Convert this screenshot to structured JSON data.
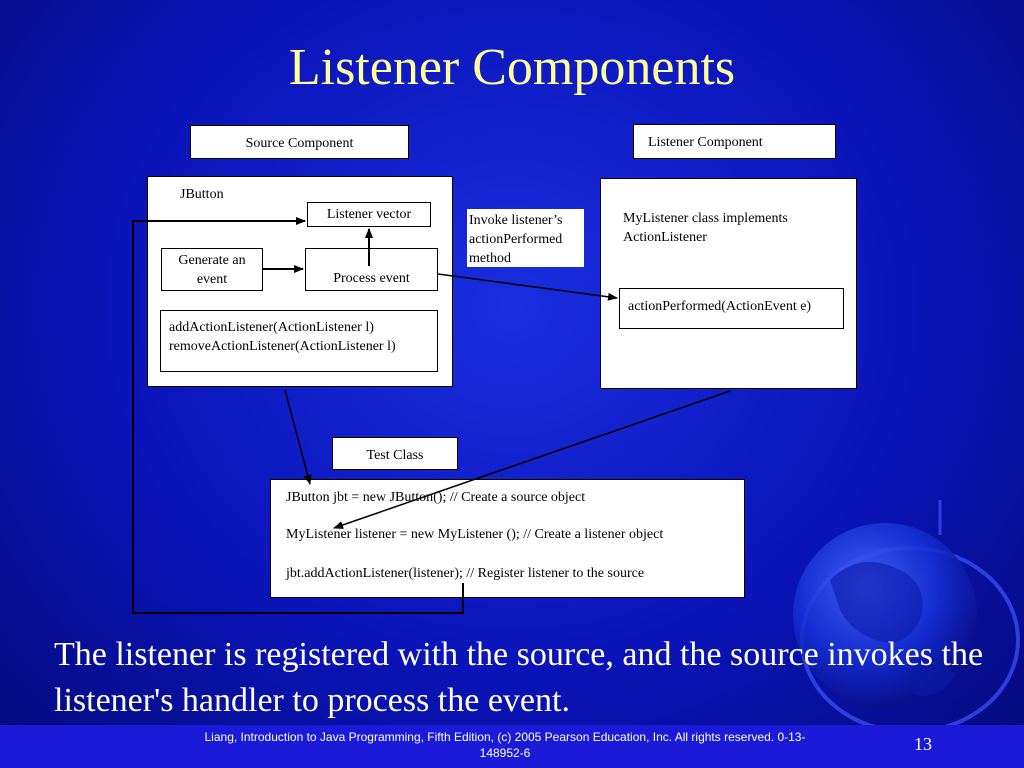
{
  "slide": {
    "title": "Listener Components",
    "caption": "The listener is registered with the source, and the source invokes the listener's handler to process the event.",
    "footer": "Liang, Introduction to Java Programming, Fifth Edition, (c) 2005 Pearson Education, Inc. All rights reserved. 0-13-148952-6",
    "page_number": "13"
  },
  "diagram": {
    "source_component_label": "Source Component",
    "listener_component_label": "Listener Component",
    "jbutton_label": "JButton",
    "listener_vector": "Listener vector",
    "generate_event": "Generate an event",
    "process_event": "Process event",
    "add_listener": "addActionListener(ActionListener l)",
    "remove_listener": "removeActionListener(ActionListener l)",
    "invoke_note": "Invoke listener’s actionPerformed method",
    "mylistener_desc": "MyListener class implements ActionListener",
    "action_performed": "actionPerformed(ActionEvent  e)",
    "test_class_label": "Test Class",
    "code_line1": "JButton jbt = new JButton(); // Create a source object",
    "code_line2": "MyListener listener = new MyListener (); // Create a listener object",
    "code_line3": "jbt.addActionListener(listener);  // Register listener to the source"
  },
  "colors": {
    "title": "#ffff99",
    "background": "#0a14b8",
    "footer_band": "#1a1ad8"
  }
}
